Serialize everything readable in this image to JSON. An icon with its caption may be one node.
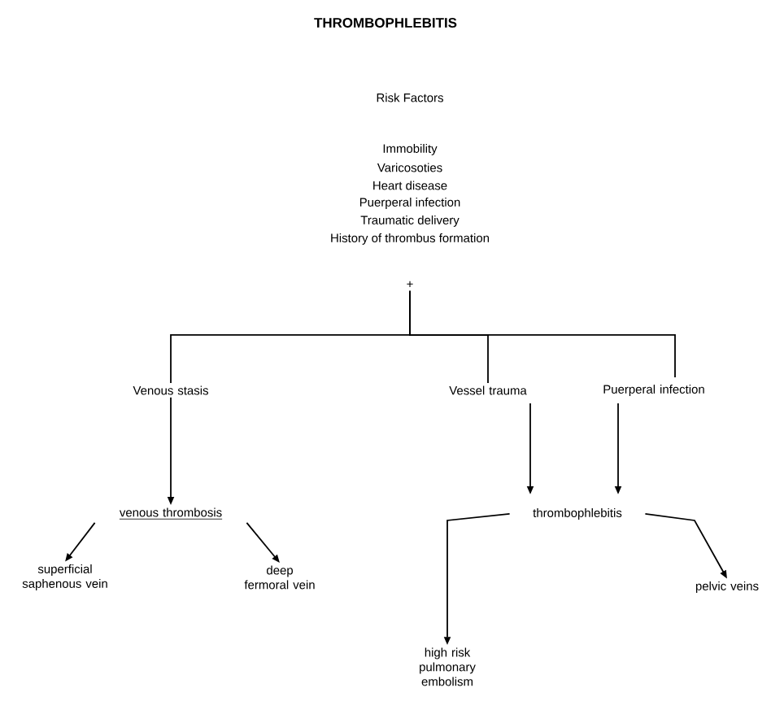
{
  "diagram": {
    "title": "THROMBOPHLEBITIS",
    "nodes": [
      {
        "text": [
          "+"
        ]
      },
      {
        "text": [
          "Venous stasis"
        ]
      },
      {
        "text": [
          "Vessel trauma"
        ]
      },
      {
        "text": [
          "Puerperal infection"
        ]
      },
      {
        "text": [
          "venous thrombosis"
        ]
      },
      {
        "text": [
          "superficial saphenous vein"
        ]
      },
      {
        "text": [
          "deep fermoral vein"
        ]
      },
      {
        "text": [
          "thrombophlebitis"
        ]
      },
      {
        "text": [
          "pelvic veins"
        ]
      },
      {
        "text": [
          "high risk pulmonary embolism"
        ]
      }
    ],
    "edges": [
      {
        "from": 0,
        "to": 1,
        "arrow": "none"
      },
      {
        "from": 0,
        "to": 2,
        "arrow": "none"
      },
      {
        "from": 0,
        "to": 3,
        "arrow": "none"
      },
      {
        "from": 1,
        "to": 4,
        "arrow": "to"
      },
      {
        "from": 2,
        "to": 7,
        "arrow": "to"
      },
      {
        "from": 3,
        "to": 7,
        "arrow": "to"
      },
      {
        "from": 4,
        "to": 5,
        "arrow": "to"
      },
      {
        "from": 4,
        "to": 6,
        "arrow": "to"
      },
      {
        "from": 7,
        "to": 9,
        "arrow": "to"
      },
      {
        "from": 7,
        "to": 8,
        "arrow": "to"
      }
    ],
    "labels": [
      "Risk Factors",
      "Immobility",
      "Varicosoties",
      "Heart disease",
      "Puerperal infection",
      "Traumatic delivery",
      "History of thrombus formation"
    ]
  }
}
